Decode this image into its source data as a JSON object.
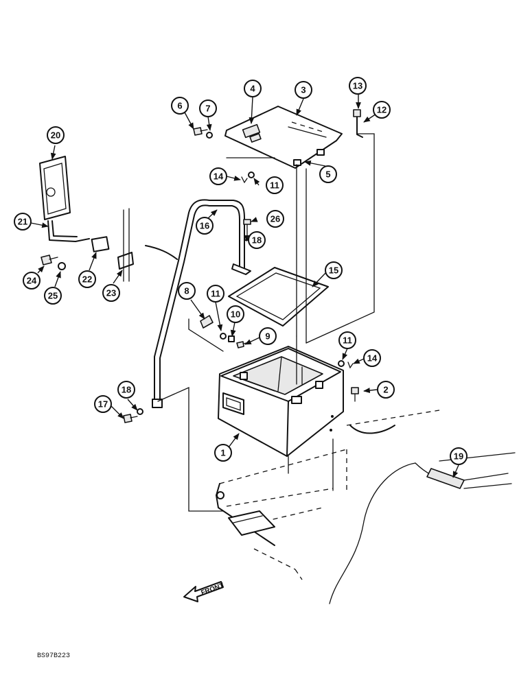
{
  "figure_code": "BS97B223",
  "front_label": "FRONT",
  "callouts": [
    {
      "id": "c1",
      "label": "1"
    },
    {
      "id": "c2",
      "label": "2"
    },
    {
      "id": "c3",
      "label": "3"
    },
    {
      "id": "c4",
      "label": "4"
    },
    {
      "id": "c5",
      "label": "5"
    },
    {
      "id": "c6",
      "label": "6"
    },
    {
      "id": "c7",
      "label": "7"
    },
    {
      "id": "c8",
      "label": "8"
    },
    {
      "id": "c9",
      "label": "9"
    },
    {
      "id": "c10",
      "label": "10"
    },
    {
      "id": "c11a",
      "label": "11"
    },
    {
      "id": "c11b",
      "label": "11"
    },
    {
      "id": "c11c",
      "label": "11"
    },
    {
      "id": "c12",
      "label": "12"
    },
    {
      "id": "c13",
      "label": "13"
    },
    {
      "id": "c14a",
      "label": "14"
    },
    {
      "id": "c14b",
      "label": "14"
    },
    {
      "id": "c15",
      "label": "15"
    },
    {
      "id": "c16",
      "label": "16"
    },
    {
      "id": "c17",
      "label": "17"
    },
    {
      "id": "c18a",
      "label": "18"
    },
    {
      "id": "c18b",
      "label": "18"
    },
    {
      "id": "c19",
      "label": "19"
    },
    {
      "id": "c20",
      "label": "20"
    },
    {
      "id": "c21",
      "label": "21"
    },
    {
      "id": "c22",
      "label": "22"
    },
    {
      "id": "c23",
      "label": "23"
    },
    {
      "id": "c24",
      "label": "24"
    },
    {
      "id": "c25",
      "label": "25"
    },
    {
      "id": "c26",
      "label": "26"
    }
  ]
}
